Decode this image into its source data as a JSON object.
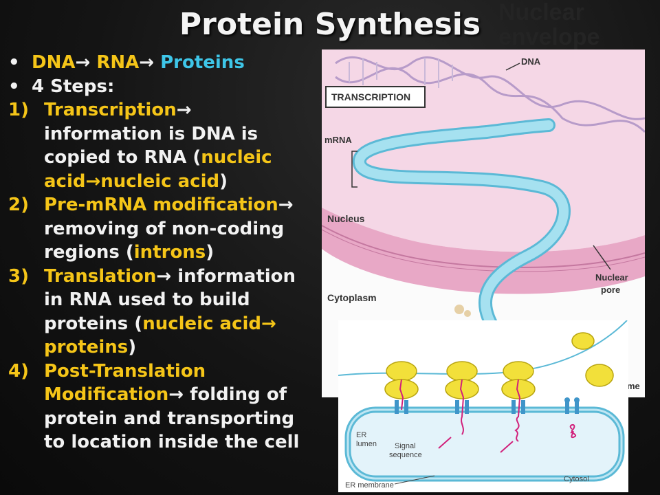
{
  "slide": {
    "title": "Protein Synthesis",
    "background_watermark": [
      "Nuclear",
      "envelope"
    ],
    "bullet1": {
      "dna": "DNA",
      "rna": "RNA",
      "proteins": "Proteins"
    },
    "bullet2": "4 Steps:",
    "steps": [
      {
        "num": "1)",
        "name": "Transcription",
        "text": "information is DNA is copied to RNA (",
        "hl1": "nucleic acid",
        "hl2": "nucleic acid",
        "close": ")"
      },
      {
        "num": "2)",
        "name": "Pre-mRNA modification",
        "text": "removing of non-coding regions (",
        "hl1": "introns",
        "close": ")"
      },
      {
        "num": "3)",
        "name": "Translation",
        "text": "information in RNA used to build proteins (",
        "hl1": "nucleic acid",
        "hl2": "proteins",
        "close": ")"
      },
      {
        "num": "4)",
        "name": "Post-Translation Modification",
        "text": "folding of protein and transporting to location inside the cell"
      }
    ]
  },
  "figure_top": {
    "labels": {
      "dna": "DNA",
      "transcription": "TRANSCRIPTION",
      "mrna": "mRNA",
      "nucleus": "Nucleus",
      "nuclear_pore_1": "Nuclear",
      "nuclear_pore_2": "pore",
      "cytoplasm": "Cytoplasm",
      "membrane_fragment": "me"
    }
  },
  "figure_bottom": {
    "labels": {
      "er_lumen_1": "ER",
      "er_lumen_2": "lumen",
      "signal_1": "Signal",
      "signal_2": "sequence",
      "er_membrane": "ER membrane",
      "cytosol": "Cytosol"
    }
  },
  "colors": {
    "yellow": "#f5c518",
    "blue": "#3ec6e8",
    "white": "#f2f2f2",
    "nucleus_pink": "#f2c6dc",
    "mrna_cyan": "#8fd4e6",
    "ribosome_yellow": "#f2e03a"
  }
}
